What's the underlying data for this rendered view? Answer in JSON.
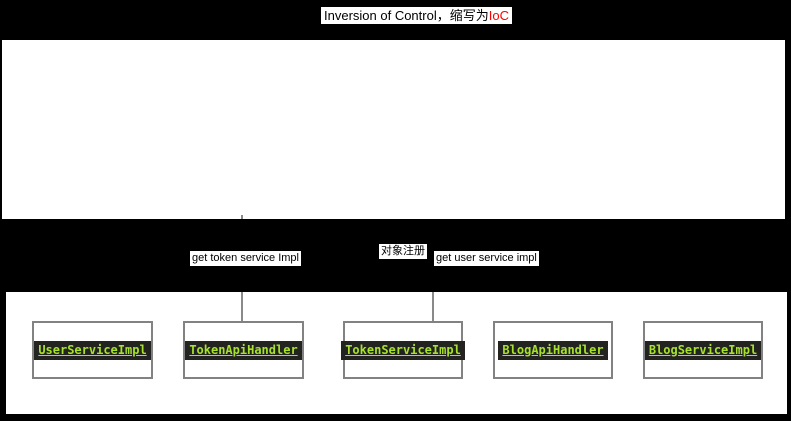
{
  "diagram": {
    "title": {
      "text": "Inversion of Control，缩写为",
      "highlight": "IoC"
    },
    "edge_labels": {
      "get_token": "get token service Impl",
      "register": "对象注册",
      "get_user": "get user service impl"
    },
    "implementations": [
      {
        "label": "UserServiceImpl"
      },
      {
        "label": "TokenApiHandler"
      },
      {
        "label": "TokenServiceImpl"
      },
      {
        "label": "BlogApiHandler"
      },
      {
        "label": "BlogServiceImpl"
      }
    ],
    "colors": {
      "highlight_red": "#ff0000",
      "code_green": "#a6e22e",
      "code_chip_bg": "#23241f",
      "connector_gray": "#8a8a8a",
      "box_border_gray": "#828282"
    }
  }
}
